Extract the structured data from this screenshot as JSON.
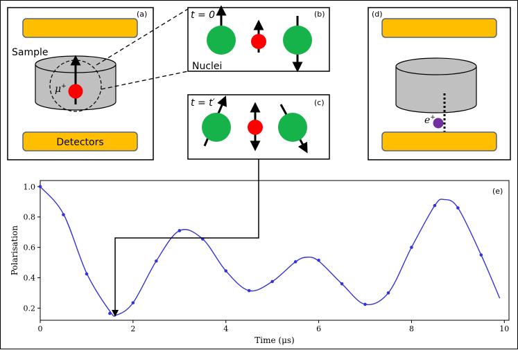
{
  "panels": {
    "a": {
      "tag": "(a)",
      "sample_label": "Sample",
      "detectors_label": "Detectors",
      "muon_symbol": "μ",
      "muon_charge": "+"
    },
    "b": {
      "tag": "(b)",
      "time_label": "t = 0",
      "nuclei_label": "Nuclei"
    },
    "c": {
      "tag": "(c)",
      "time_label": "t = t′"
    },
    "d": {
      "tag": "(d)",
      "positron_symbol": "e",
      "positron_charge": "+"
    },
    "e": {
      "tag": "(e)"
    }
  },
  "colors": {
    "detector_fill": "#FFBF00",
    "detector_stroke": "#55637a",
    "sample_fill": "#c0c0c0",
    "nucleus": "#16b34a",
    "muon": "#ff0000",
    "positron": "#7030a0",
    "curve": "#3333dd"
  },
  "chart_data": {
    "type": "line",
    "xlabel": "Time (μs)",
    "ylabel": "Polarisation",
    "xlim": [
      0,
      10.1
    ],
    "ylim": [
      0.12,
      1.04
    ],
    "x_ticks": [
      0,
      2,
      4,
      6,
      8,
      10
    ],
    "y_ticks": [
      0.2,
      0.4,
      0.6,
      0.8,
      1.0
    ],
    "x_tick_labels": [
      "0",
      "2",
      "4",
      "6",
      "8",
      "10"
    ],
    "y_tick_labels": [
      "0.2",
      "0.4",
      "0.6",
      "0.8",
      "1.0"
    ],
    "grid": false,
    "legend": "none",
    "series": [
      {
        "style": "line",
        "x": [
          0,
          0.5,
          1.0,
          1.5,
          1.65,
          2.0,
          2.5,
          3.0,
          3.5,
          4.0,
          4.5,
          5.0,
          5.5,
          5.75,
          6.0,
          6.5,
          7.0,
          7.5,
          8.0,
          8.5,
          8.7,
          9.0,
          9.5,
          9.9
        ],
        "y": [
          1.0,
          0.82,
          0.43,
          0.18,
          0.155,
          0.235,
          0.51,
          0.71,
          0.655,
          0.445,
          0.315,
          0.375,
          0.505,
          0.535,
          0.51,
          0.36,
          0.225,
          0.3,
          0.6,
          0.875,
          0.915,
          0.86,
          0.55,
          0.265
        ]
      },
      {
        "style": "points",
        "x": [
          0,
          0.5,
          1.0,
          1.5,
          2.0,
          2.5,
          3.0,
          3.5,
          4.0,
          4.5,
          5.0,
          5.5,
          6.0,
          6.5,
          7.0,
          7.5,
          8.0,
          8.5,
          9.0,
          9.5
        ],
        "y": [
          1.0,
          0.815,
          0.425,
          0.165,
          0.235,
          0.51,
          0.71,
          0.655,
          0.445,
          0.315,
          0.375,
          0.505,
          0.515,
          0.36,
          0.225,
          0.3,
          0.6,
          0.875,
          0.86,
          0.55
        ]
      }
    ]
  }
}
